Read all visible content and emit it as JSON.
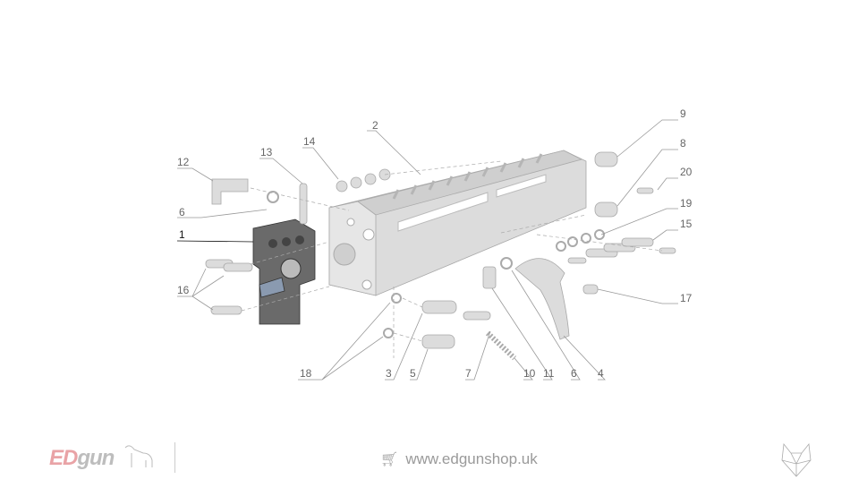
{
  "diagram": {
    "callouts": [
      {
        "id": "c1",
        "label": "1"
      },
      {
        "id": "c2",
        "label": "2"
      },
      {
        "id": "c3",
        "label": "3"
      },
      {
        "id": "c4",
        "label": "4"
      },
      {
        "id": "c5",
        "label": "5"
      },
      {
        "id": "c6a",
        "label": "6"
      },
      {
        "id": "c6b",
        "label": "6"
      },
      {
        "id": "c7",
        "label": "7"
      },
      {
        "id": "c8",
        "label": "8"
      },
      {
        "id": "c9",
        "label": "9"
      },
      {
        "id": "c10",
        "label": "10"
      },
      {
        "id": "c11",
        "label": "11"
      },
      {
        "id": "c12",
        "label": "12"
      },
      {
        "id": "c13",
        "label": "13"
      },
      {
        "id": "c14",
        "label": "14"
      },
      {
        "id": "c15",
        "label": "15"
      },
      {
        "id": "c16",
        "label": "16"
      },
      {
        "id": "c17",
        "label": "17"
      },
      {
        "id": "c18",
        "label": "18"
      },
      {
        "id": "c19",
        "label": "19"
      },
      {
        "id": "c20",
        "label": "20"
      }
    ]
  },
  "footer": {
    "logo_text_ed": "ED",
    "logo_text_gun": "gun",
    "cart_icon": "shopping-cart-icon",
    "website": "www.edgunshop.uk",
    "brand_mark": "wolf-head-icon",
    "logo_colors": {
      "ed": "#e9a3a6",
      "gun": "#bdbdbd"
    }
  }
}
